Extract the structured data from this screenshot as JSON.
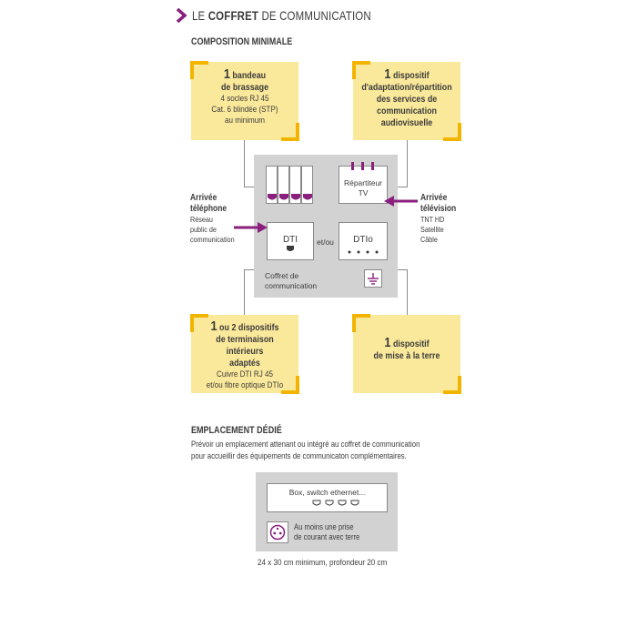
{
  "header": {
    "title_part1": "LE",
    "title_part2": "COFFRET",
    "title_part3": "DE COMMUNICATION"
  },
  "composition": {
    "heading": "COMPOSITION MINIMALE",
    "box_bandeau": {
      "count": "1",
      "title_line1": "bandeau",
      "title_line2": "de brassage",
      "detail_line1": "4 socles RJ 45",
      "detail_line2": "Cat. 6 blindée (STP)",
      "detail_line3": "au minimum"
    },
    "box_adaptation": {
      "count": "1",
      "title_line1": "dispositif",
      "title_line2": "d'adaptation/répartition",
      "title_line3": "des services de",
      "title_line4": "communication",
      "title_line5": "audiovisuelle"
    },
    "box_terminaison": {
      "count": "1",
      "title_line1": "ou 2 dispositifs",
      "title_line2": "de terminaison intérieurs",
      "title_line3": "adaptés",
      "detail_line1": "Cuivre DTI RJ 45",
      "detail_line2": "et/ou fibre optique DTIo"
    },
    "box_terre": {
      "count": "1",
      "title_line1": "dispositif",
      "title_line2": "de mise à la terre"
    }
  },
  "coffret": {
    "repartiteur_line1": "Répartiteur",
    "repartiteur_line2": "TV",
    "dti_label": "DTI",
    "etou_label": "et/ou",
    "dtio_label": "DTIo",
    "coffret_line1": "Coffret de",
    "coffret_line2": "communication"
  },
  "arrivee_tel": {
    "title_line1": "Arrivée",
    "title_line2": "téléphone",
    "detail_line1": "Réseau",
    "detail_line2": "public de",
    "detail_line3": "communication"
  },
  "arrivee_tv": {
    "title_line1": "Arrivée",
    "title_line2": "télévision",
    "detail_line1": "TNT HD",
    "detail_line2": "Satellite",
    "detail_line3": "Câble"
  },
  "emplacement": {
    "heading": "EMPLACEMENT DÉDIÉ",
    "text_line1": "Prévoir un emplacement attenant ou intégré au coffret de communication",
    "text_line2": "pour accueillir des équipements de communicaton complémentaires.",
    "box_label": "Box, switch ethernet...",
    "prise_line1": "Au moins une prise",
    "prise_line2": "de courant avec terre",
    "dimensions": "24 x 30 cm minimum, profondeur 20 cm"
  },
  "colors": {
    "accent_purple": "#8a1f7e",
    "yellow_fill": "#fbe99b",
    "yellow_corner": "#f3b400",
    "cabinet_grey": "#d2d2d2"
  }
}
